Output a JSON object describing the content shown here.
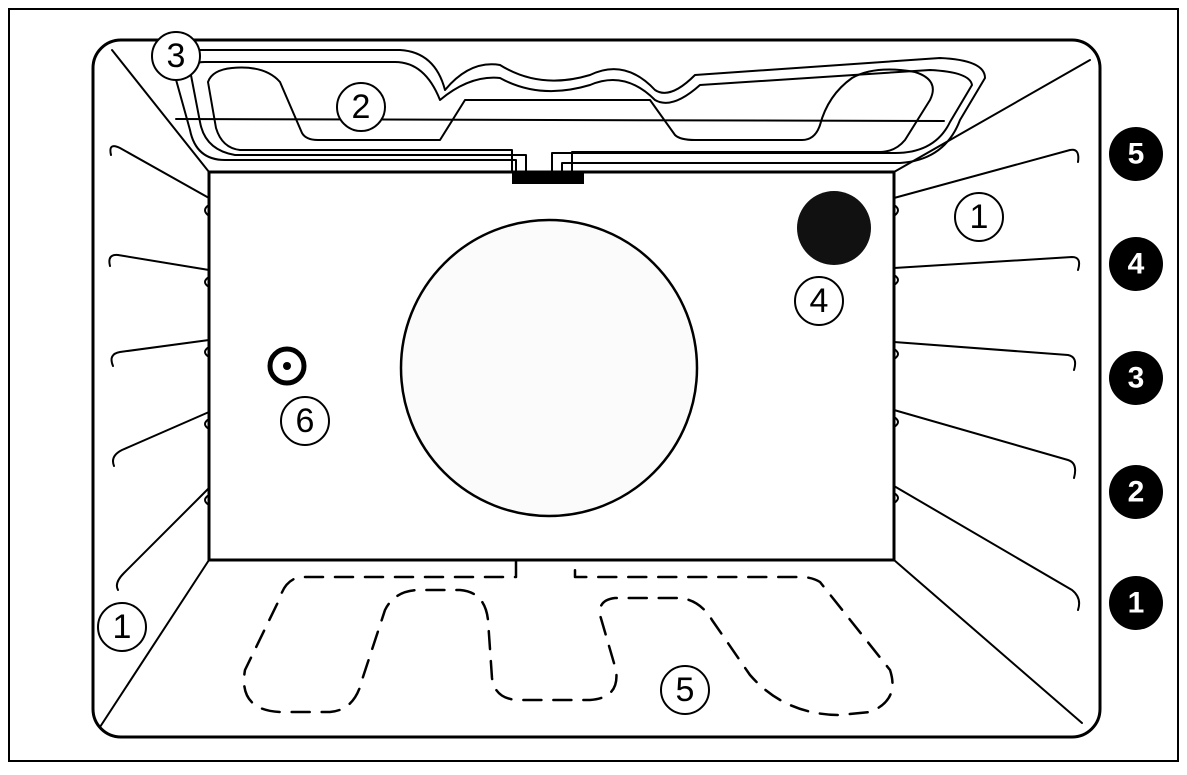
{
  "diagram": {
    "callouts": {
      "side_runners_right": "1",
      "side_runners_left": "1",
      "grill_element": "2",
      "top_element": "3",
      "light": "4",
      "bottom_element": "5",
      "temperature_sensor": "6"
    },
    "shelf_levels": [
      "5",
      "4",
      "3",
      "2",
      "1"
    ],
    "colors": {
      "line": "#000000",
      "background": "#ffffff",
      "fan_cover": "#fbfbfb",
      "lamp": "#111111"
    }
  }
}
